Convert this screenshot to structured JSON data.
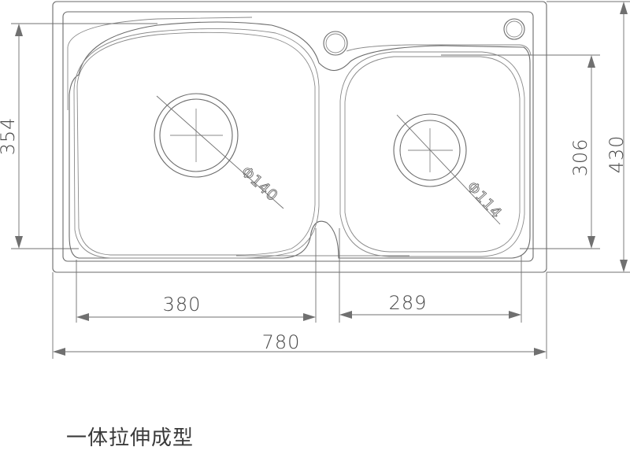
{
  "dimensions": {
    "overall_width": "780",
    "overall_height": "430",
    "left_bowl_width": "380",
    "left_bowl_depth": "354",
    "right_bowl_width": "289",
    "right_bowl_depth": "306",
    "left_drain_diameter": "Φ140",
    "right_drain_diameter": "Φ114"
  },
  "caption": "一体拉伸成型",
  "colors": {
    "line": "#6a6a6a",
    "text": "#4a4a4a",
    "background": "#ffffff"
  }
}
